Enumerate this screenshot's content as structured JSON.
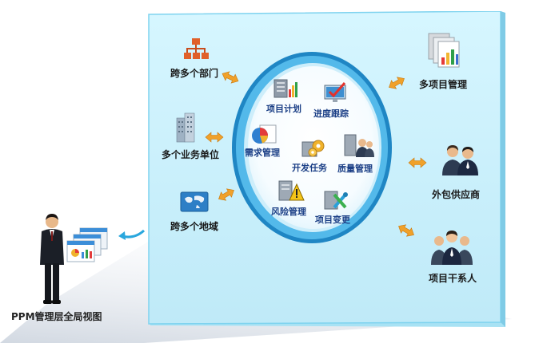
{
  "caption": "PPM管理层全局视图",
  "center_items": [
    {
      "label": "项目计划",
      "icon": "chart-book-icon"
    },
    {
      "label": "进度跟踪",
      "icon": "monitor-check-icon"
    },
    {
      "label": "需求管理",
      "icon": "pie-chart-icon"
    },
    {
      "label": "开发任务",
      "icon": "gears-icon"
    },
    {
      "label": "质量管理",
      "icon": "team-server-icon"
    },
    {
      "label": "风险管理",
      "icon": "warning-server-icon"
    },
    {
      "label": "项目变更",
      "icon": "tools-icon"
    }
  ],
  "left_items": [
    {
      "label": "跨多个部门",
      "icon": "org-chart-icon"
    },
    {
      "label": "多个业务单位",
      "icon": "buildings-icon"
    },
    {
      "label": "跨多个地域",
      "icon": "world-map-icon"
    }
  ],
  "right_items": [
    {
      "label": "多项目管理",
      "icon": "documents-chart-icon"
    },
    {
      "label": "外包供应商",
      "icon": "business-people-icon"
    },
    {
      "label": "项目干系人",
      "icon": "stakeholders-icon"
    }
  ],
  "colors": {
    "board": "#c9f0fb",
    "board_edge": "#5ec6ea",
    "ring": "#2f9fd8",
    "arrow": "#f0a12a",
    "inner_text": "#1b3f86"
  }
}
